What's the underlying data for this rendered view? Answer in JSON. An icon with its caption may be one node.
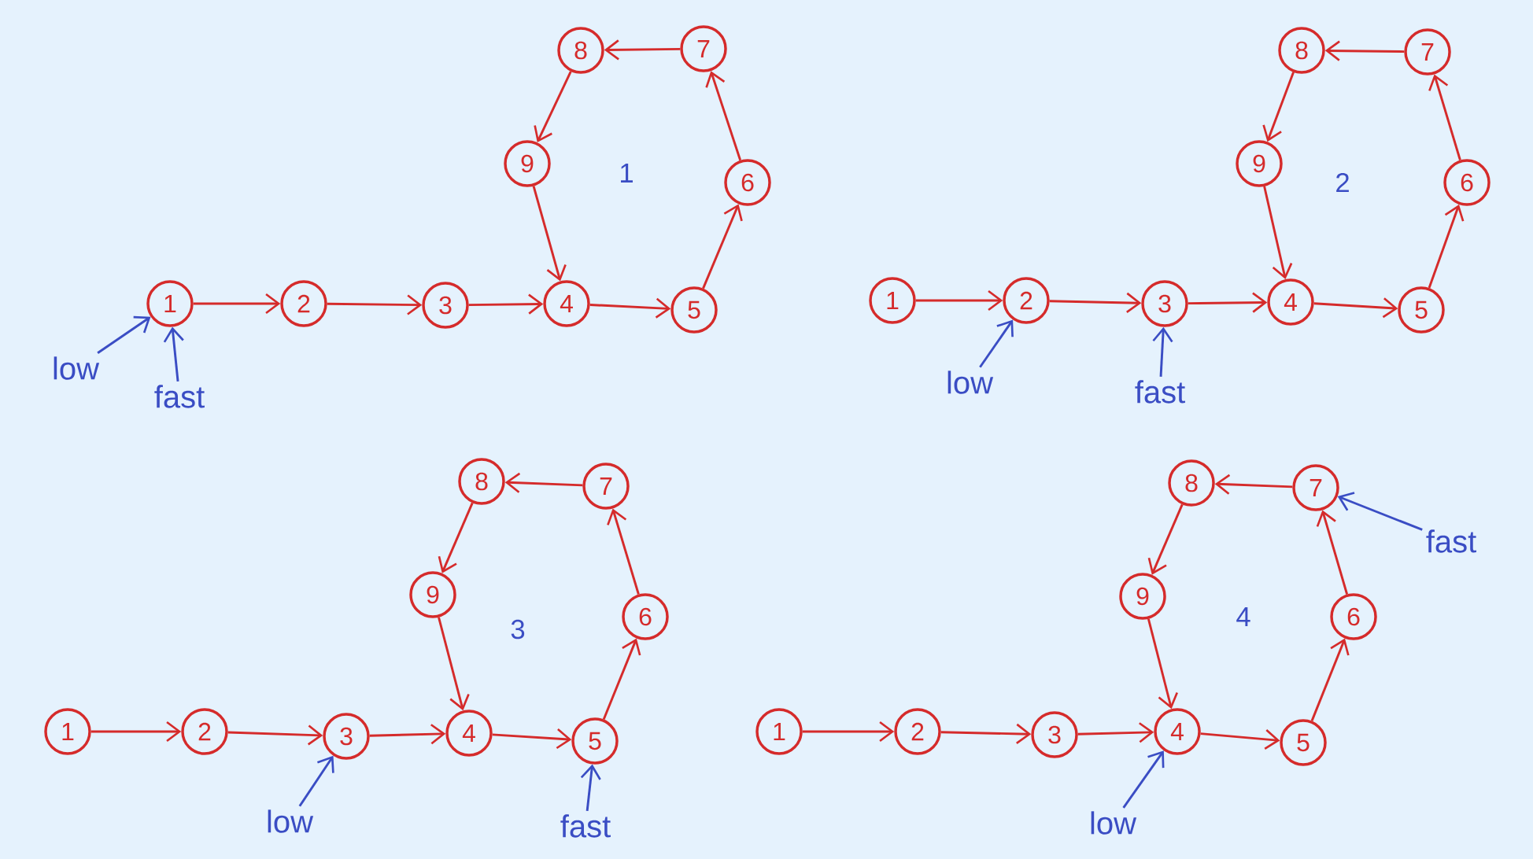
{
  "diagram": {
    "nodes": [
      {
        "text": [
          "1"
        ]
      },
      {
        "text": [
          "2"
        ]
      },
      {
        "text": [
          "3"
        ]
      },
      {
        "text": [
          "4"
        ]
      },
      {
        "text": [
          "5"
        ]
      },
      {
        "text": [
          "6"
        ]
      },
      {
        "text": [
          "7"
        ]
      },
      {
        "text": [
          "8"
        ]
      },
      {
        "text": [
          "9"
        ]
      },
      {
        "text": [
          "low"
        ]
      },
      {
        "text": [
          "fast"
        ]
      },
      {
        "text": [
          "1"
        ]
      },
      {
        "text": [
          "2"
        ]
      },
      {
        "text": [
          "3"
        ]
      },
      {
        "text": [
          "4"
        ]
      },
      {
        "text": [
          "5"
        ]
      },
      {
        "text": [
          "6"
        ]
      },
      {
        "text": [
          "7"
        ]
      },
      {
        "text": [
          "8"
        ]
      },
      {
        "text": [
          "9"
        ]
      },
      {
        "text": [
          "low"
        ]
      },
      {
        "text": [
          "fast"
        ]
      },
      {
        "text": [
          "1"
        ]
      },
      {
        "text": [
          "2"
        ]
      },
      {
        "text": [
          "3"
        ]
      },
      {
        "text": [
          "4"
        ]
      },
      {
        "text": [
          "5"
        ]
      },
      {
        "text": [
          "6"
        ]
      },
      {
        "text": [
          "7"
        ]
      },
      {
        "text": [
          "8"
        ]
      },
      {
        "text": [
          "9"
        ]
      },
      {
        "text": [
          "low"
        ]
      },
      {
        "text": [
          "fast"
        ]
      },
      {
        "text": [
          "1"
        ]
      },
      {
        "text": [
          "2"
        ]
      },
      {
        "text": [
          "3"
        ]
      },
      {
        "text": [
          "4"
        ]
      },
      {
        "text": [
          "5"
        ]
      },
      {
        "text": [
          "6"
        ]
      },
      {
        "text": [
          "7"
        ]
      },
      {
        "text": [
          "8"
        ]
      },
      {
        "text": [
          "9"
        ]
      },
      {
        "text": [
          "low"
        ]
      },
      {
        "text": [
          "fast"
        ]
      }
    ],
    "edges": [
      {
        "from": 0,
        "to": 1,
        "arrow": "to"
      },
      {
        "from": 1,
        "to": 2,
        "arrow": "to"
      },
      {
        "from": 2,
        "to": 3,
        "arrow": "to"
      },
      {
        "from": 3,
        "to": 4,
        "arrow": "to"
      },
      {
        "from": 4,
        "to": 5,
        "arrow": "to"
      },
      {
        "from": 5,
        "to": 6,
        "arrow": "to"
      },
      {
        "from": 6,
        "to": 7,
        "arrow": "to"
      },
      {
        "from": 7,
        "to": 8,
        "arrow": "to"
      },
      {
        "from": 8,
        "to": 3,
        "arrow": "to"
      },
      {
        "from": 9,
        "to": 0,
        "arrow": "to",
        "color": "#3a4dc4"
      },
      {
        "from": 10,
        "to": 0,
        "arrow": "to",
        "color": "#3a4dc4"
      },
      {
        "from": 11,
        "to": 12,
        "arrow": "to"
      },
      {
        "from": 12,
        "to": 13,
        "arrow": "to"
      },
      {
        "from": 13,
        "to": 14,
        "arrow": "to"
      },
      {
        "from": 14,
        "to": 15,
        "arrow": "to"
      },
      {
        "from": 15,
        "to": 16,
        "arrow": "to"
      },
      {
        "from": 16,
        "to": 17,
        "arrow": "to"
      },
      {
        "from": 17,
        "to": 18,
        "arrow": "to"
      },
      {
        "from": 18,
        "to": 19,
        "arrow": "to"
      },
      {
        "from": 19,
        "to": 14,
        "arrow": "to"
      },
      {
        "from": 20,
        "to": 12,
        "arrow": "to",
        "color": "#3a4dc4"
      },
      {
        "from": 21,
        "to": 13,
        "arrow": "to",
        "color": "#3a4dc4"
      },
      {
        "from": 22,
        "to": 23,
        "arrow": "to"
      },
      {
        "from": 23,
        "to": 24,
        "arrow": "to"
      },
      {
        "from": 24,
        "to": 25,
        "arrow": "to"
      },
      {
        "from": 25,
        "to": 26,
        "arrow": "to"
      },
      {
        "from": 26,
        "to": 27,
        "arrow": "to"
      },
      {
        "from": 27,
        "to": 28,
        "arrow": "to"
      },
      {
        "from": 28,
        "to": 29,
        "arrow": "to"
      },
      {
        "from": 29,
        "to": 30,
        "arrow": "to"
      },
      {
        "from": 30,
        "to": 25,
        "arrow": "to"
      },
      {
        "from": 31,
        "to": 24,
        "arrow": "to",
        "color": "#3a4dc4"
      },
      {
        "from": 32,
        "to": 26,
        "arrow": "to",
        "color": "#3a4dc4"
      },
      {
        "from": 33,
        "to": 34,
        "arrow": "to"
      },
      {
        "from": 34,
        "to": 35,
        "arrow": "to"
      },
      {
        "from": 35,
        "to": 36,
        "arrow": "to"
      },
      {
        "from": 36,
        "to": 37,
        "arrow": "to"
      },
      {
        "from": 37,
        "to": 38,
        "arrow": "to"
      },
      {
        "from": 38,
        "to": 39,
        "arrow": "to"
      },
      {
        "from": 39,
        "to": 40,
        "arrow": "to"
      },
      {
        "from": 40,
        "to": 41,
        "arrow": "to"
      },
      {
        "from": 41,
        "to": 36,
        "arrow": "to"
      },
      {
        "from": 42,
        "to": 36,
        "arrow": "to",
        "color": "#3a4dc4"
      },
      {
        "from": 43,
        "to": 39,
        "arrow": "to",
        "color": "#3a4dc4"
      }
    ],
    "labels": [
      "1",
      "2",
      "3",
      "4"
    ]
  }
}
